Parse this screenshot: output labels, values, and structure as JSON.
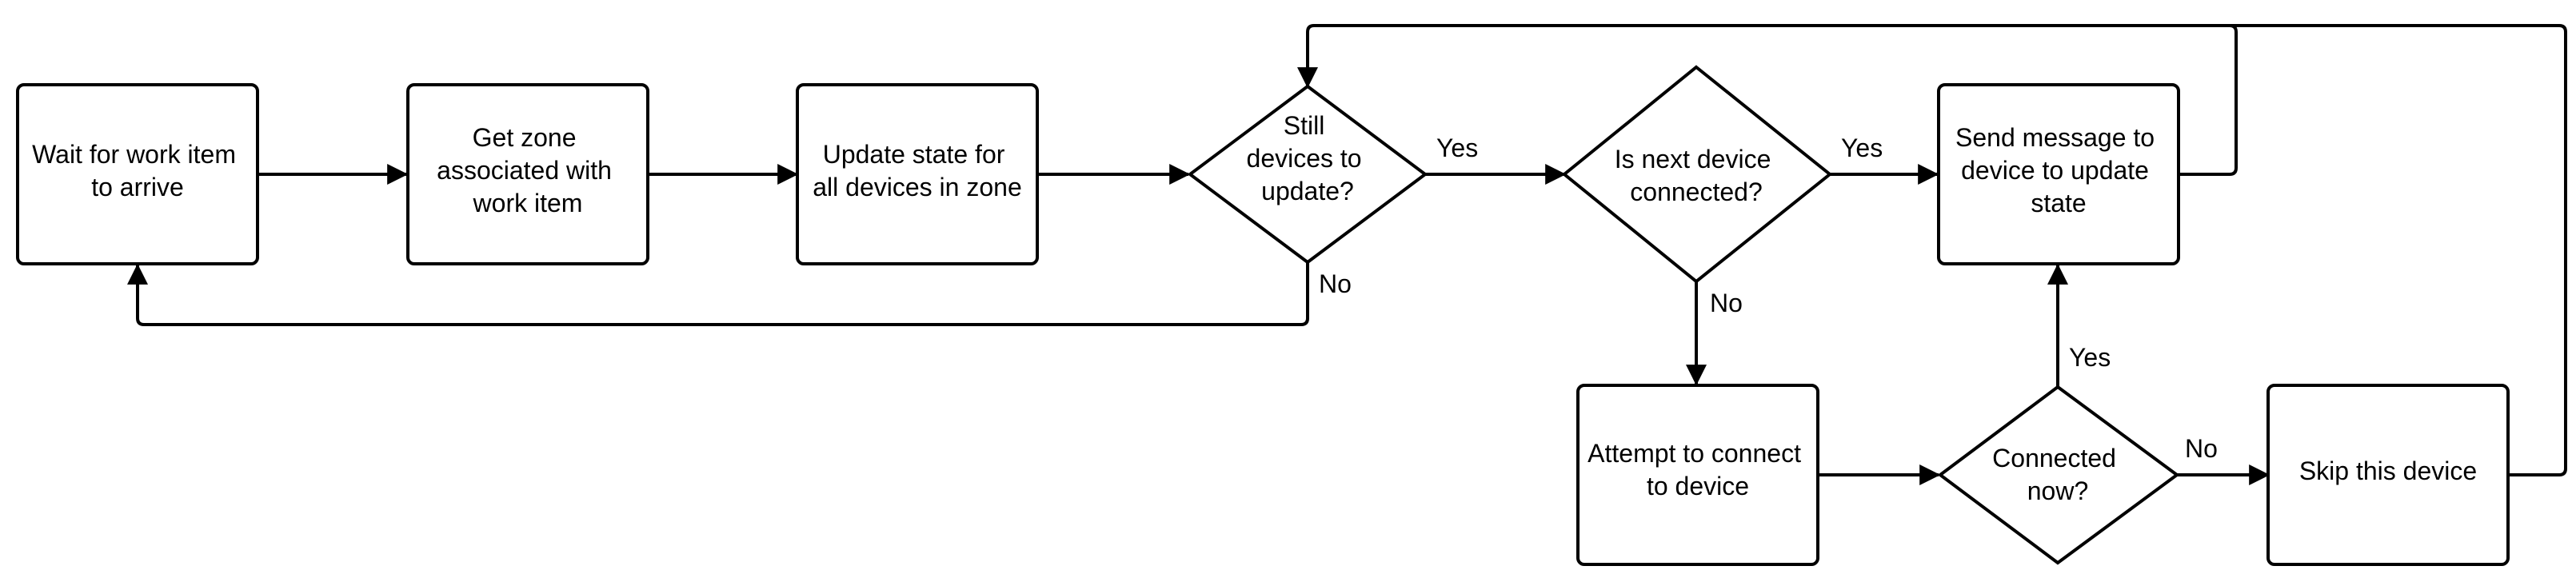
{
  "nodes": {
    "wait": {
      "lines": [
        "Wait for work item",
        "to arrive"
      ]
    },
    "get_zone": {
      "lines": [
        "Get zone",
        "associated with",
        "work item"
      ]
    },
    "update_state": {
      "lines": [
        "Update state for",
        "all devices in zone"
      ]
    },
    "still_devices": {
      "lines": [
        "Still",
        "devices to",
        "update?"
      ]
    },
    "next_connected": {
      "lines": [
        "Is next device",
        "connected?"
      ]
    },
    "send_message": {
      "lines": [
        "Send message to",
        "device to update",
        "state"
      ]
    },
    "attempt_connect": {
      "lines": [
        "Attempt to connect",
        "to device"
      ]
    },
    "connected_now": {
      "lines": [
        "Connected",
        "now?"
      ]
    },
    "skip_device": {
      "lines": [
        "Skip this device"
      ]
    }
  },
  "edge_labels": {
    "still_yes": "Yes",
    "still_no": "No",
    "next_yes": "Yes",
    "next_no": "No",
    "connected_yes": "Yes",
    "connected_no": "No"
  },
  "colors": {
    "stroke": "#000000",
    "fill": "#ffffff",
    "text": "#000000"
  }
}
